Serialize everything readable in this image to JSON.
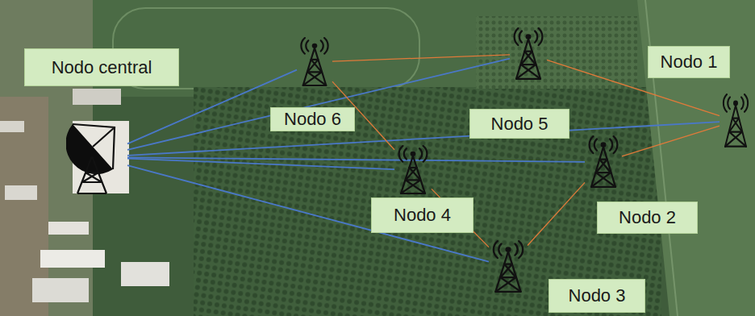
{
  "diagram": {
    "nodes": [
      {
        "text": [
          "Nodo central"
        ]
      },
      {
        "text": [
          "Nodo 1"
        ]
      },
      {
        "text": [
          "Nodo 2"
        ]
      },
      {
        "text": [
          "Nodo 3"
        ]
      },
      {
        "text": [
          "Nodo 4"
        ]
      },
      {
        "text": [
          "Nodo 5"
        ]
      },
      {
        "text": [
          "Nodo 6"
        ]
      }
    ],
    "edges": [
      {
        "from": 0,
        "to": 6,
        "arrow": "none"
      },
      {
        "from": 0,
        "to": 5,
        "arrow": "none"
      },
      {
        "from": 0,
        "to": 1,
        "arrow": "none"
      },
      {
        "from": 0,
        "to": 2,
        "arrow": "none"
      },
      {
        "from": 0,
        "to": 4,
        "arrow": "none"
      },
      {
        "from": 0,
        "to": 3,
        "arrow": "none"
      },
      {
        "from": 6,
        "to": 5,
        "arrow": "none"
      },
      {
        "from": 5,
        "to": 1,
        "arrow": "none"
      },
      {
        "from": 1,
        "to": 2,
        "arrow": "none"
      },
      {
        "from": 2,
        "to": 3,
        "arrow": "none"
      },
      {
        "from": 3,
        "to": 4,
        "arrow": "none"
      },
      {
        "from": 4,
        "to": 6,
        "arrow": "none"
      }
    ]
  }
}
